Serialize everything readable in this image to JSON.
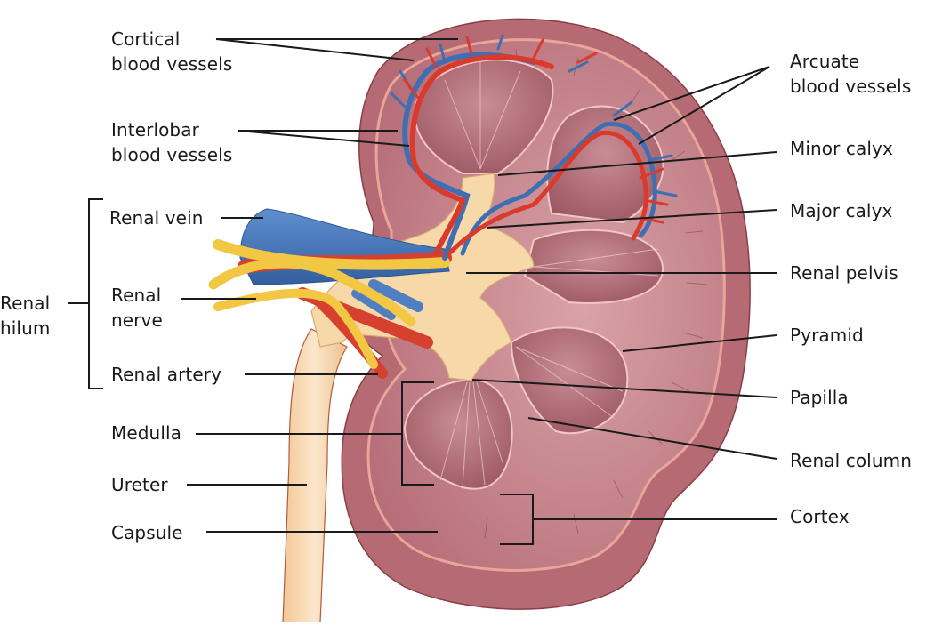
{
  "diagram": {
    "subject": "Kidney cross-section anatomy",
    "colors": {
      "cortex": "#b9707a",
      "cortex_inner": "#d79a9f",
      "capsule_line": "#e9a49a",
      "medulla_pyramid": "#a5606b",
      "pelvis": "#f7d9a9",
      "artery": "#d93a2c",
      "vein": "#3f6fb3",
      "nerve": "#f3cc4a",
      "ureter": "#f6d6ad",
      "leader_line": "#1a1a1a"
    },
    "labels_left": {
      "cortical_blood_vessels": "Cortical\nblood vessels",
      "interlobar_blood_vessels": "Interlobar\nblood vessels",
      "renal_vein": "Renal vein",
      "renal_nerve": "Renal\nnerve",
      "renal_artery": "Renal artery",
      "renal_hilum": "Renal\nhilum",
      "medulla": "Medulla",
      "ureter": "Ureter",
      "capsule": "Capsule"
    },
    "labels_right": {
      "arcuate_blood_vessels": "Arcuate\nblood vessels",
      "minor_calyx": "Minor calyx",
      "major_calyx": "Major calyx",
      "renal_pelvis": "Renal pelvis",
      "pyramid": "Pyramid",
      "papilla": "Papilla",
      "renal_column": "Renal column",
      "cortex": "Cortex"
    }
  }
}
